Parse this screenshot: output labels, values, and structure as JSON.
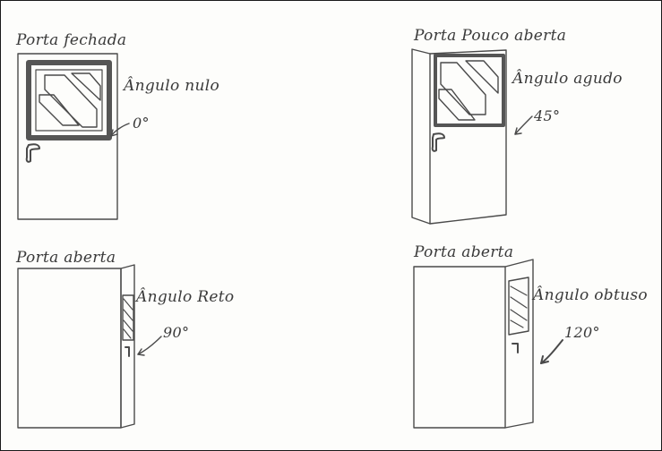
{
  "panels": [
    {
      "title": "Porta fechada",
      "angle_label": "Ângulo nulo",
      "degrees": "0°"
    },
    {
      "title": "Porta Pouco aberta",
      "angle_label": "Ângulo agudo",
      "degrees": "45°"
    },
    {
      "title": "Porta aberta",
      "angle_label": "Ângulo Reto",
      "degrees": "90°"
    },
    {
      "title": "Porta aberta",
      "angle_label": "Ângulo obtuso",
      "degrees": "120°"
    }
  ]
}
